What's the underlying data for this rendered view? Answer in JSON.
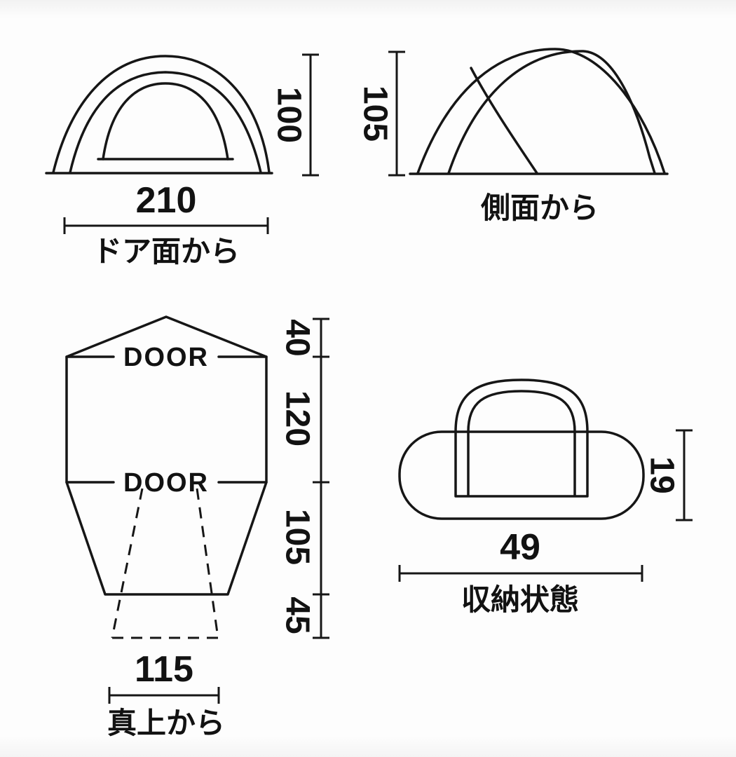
{
  "page": {
    "background_color": "#fdfdfd",
    "line_color": "#161616"
  },
  "front_view": {
    "width": "210",
    "height": "100",
    "caption": "ドア面から"
  },
  "side_view": {
    "height": "105",
    "caption": "側面から"
  },
  "top_view": {
    "door": "DOOR",
    "sections": {
      "peak": "40",
      "upper": "120",
      "lower": "105",
      "vestibule": "45"
    },
    "width": "115",
    "caption": "真上から"
  },
  "storage_view": {
    "width": "49",
    "height": "19",
    "caption": "収納状態"
  }
}
